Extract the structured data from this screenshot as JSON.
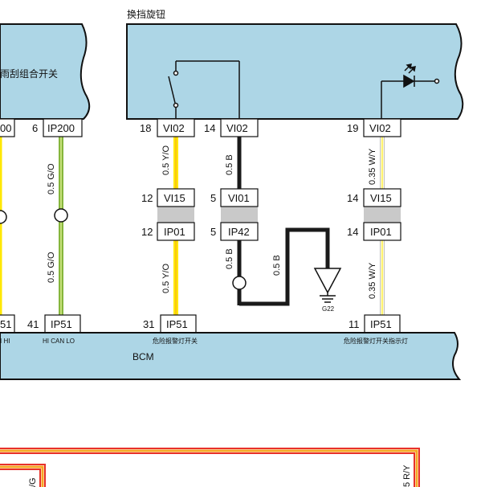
{
  "module_titles": {
    "gear_knob": "换挡旋钮",
    "wiper_combo": "雨刮组合开关",
    "bcm": "BCM"
  },
  "ground_label": "G22",
  "pins": {
    "p200_left": "00",
    "p6": "6",
    "p18": "18",
    "p14a": "14",
    "p19": "19",
    "p12a": "12",
    "p5a": "5",
    "p14b": "14",
    "p12b": "12",
    "p5b": "5",
    "p14c": "14",
    "p41": "41",
    "p31": "31",
    "p11": "11"
  },
  "connectors": {
    "ip200": "IP200",
    "vi02_a": "VI02",
    "vi02_b": "VI02",
    "vi02_c": "VI02",
    "vi15_a": "VI15",
    "vi01": "VI01",
    "vi15_b": "VI15",
    "ip01_a": "IP01",
    "ip42": "IP42",
    "ip01_b": "IP01",
    "ip51_left": "51",
    "ip51_a": "IP51",
    "ip51_b": "IP51",
    "ip51_c": "IP51"
  },
  "wire_labels": {
    "go_top": "0.5 G/O",
    "go_bottom": "0.5 G/O",
    "yo_top": "0.5 Y/O",
    "yo_bottom": "0.5 Y/O",
    "b_top": "0.5 B",
    "b_mid": "0.5 B",
    "b_ground": "0.5 B",
    "wy_top": "0.35 W/Y",
    "wy_bottom": "0.35 W/Y",
    "gs_bottom": "/G",
    "rs_bottom": "5 R/Y"
  },
  "bcm_labels": {
    "hi": "I HI",
    "hi_can_lo": "HI CAN LO",
    "hazard_switch": "危险报警灯开关",
    "hazard_indicator": "危险报警灯开关指示灯"
  },
  "colors": {
    "module_fill": "#add6e6",
    "wire_yellow": "#ffe800",
    "wire_green": "#86b63c",
    "wire_black": "#1a1a1a",
    "wire_white": "#fffbe0",
    "wire_red": "#e8312a",
    "wire_orange": "#f5a623",
    "connector_gray": "#c9c9c9"
  }
}
